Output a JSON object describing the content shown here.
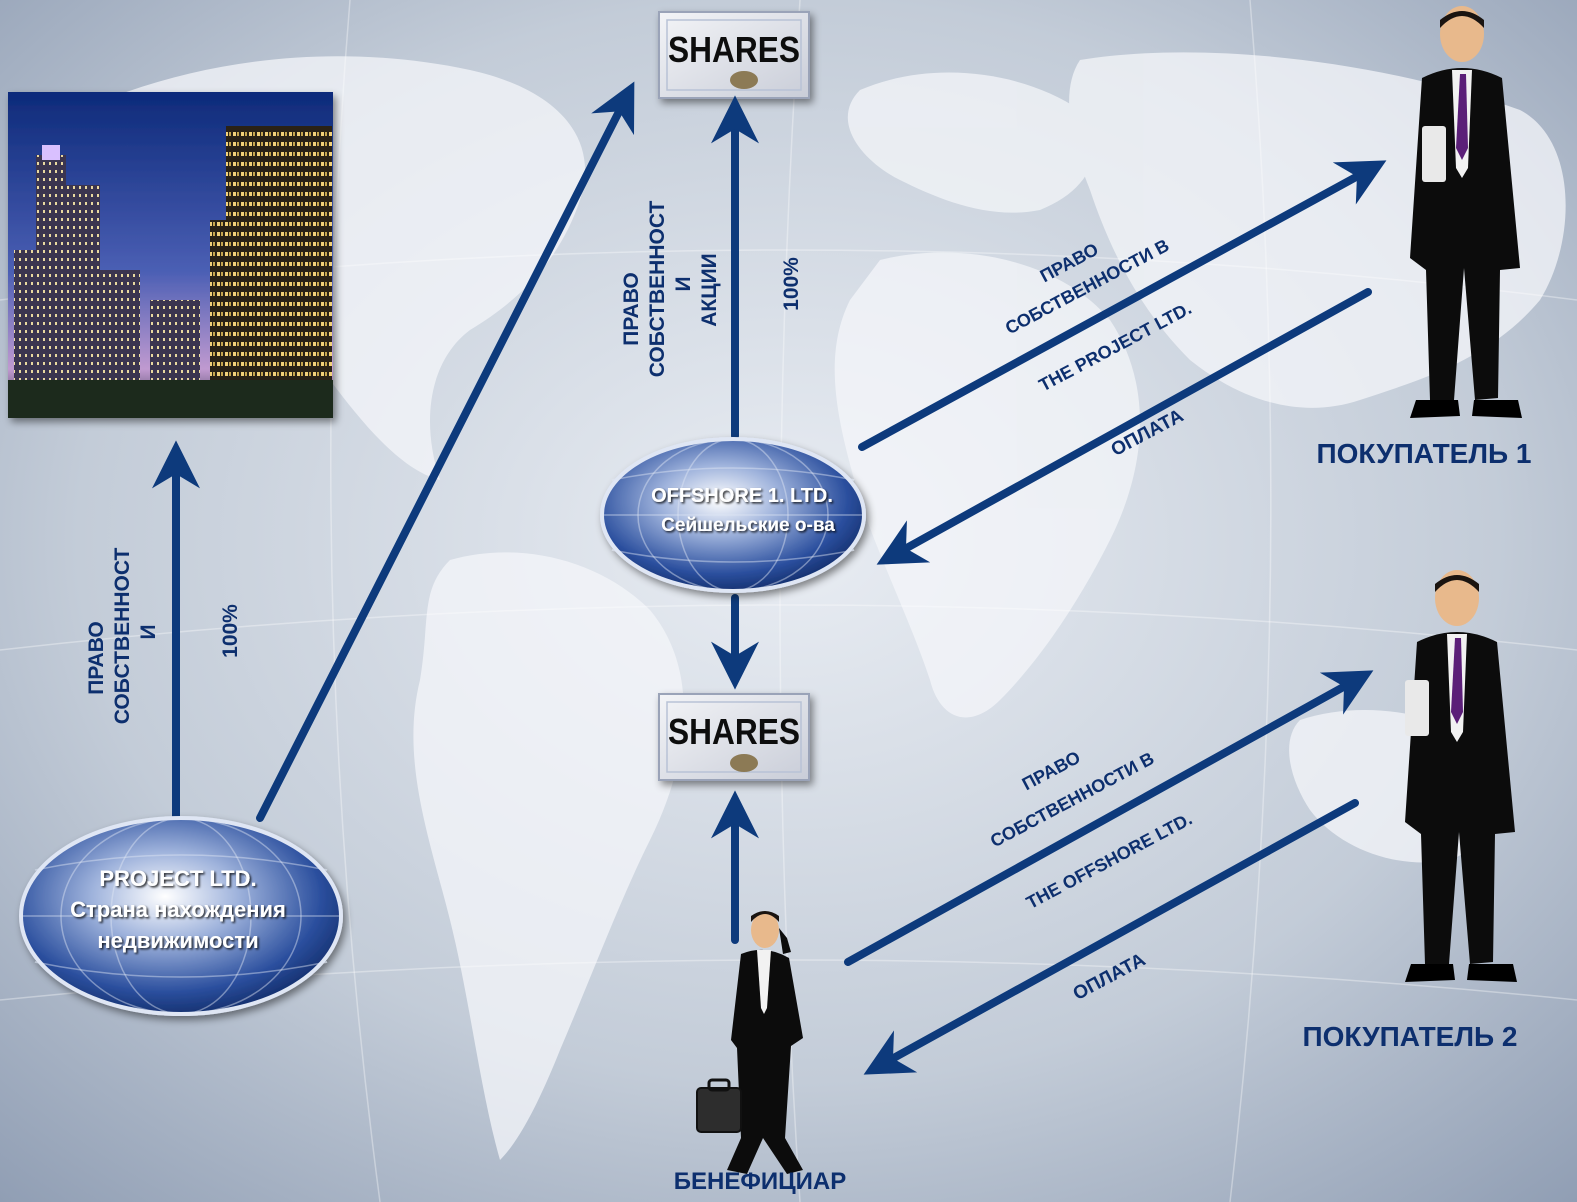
{
  "colors": {
    "background": "#a9b4c4",
    "arrow": "#0d3a7c",
    "label": "#0d2f6e",
    "globe": "#2b4f9e"
  },
  "entities": {
    "project": {
      "line1": "PROJECT LTD.",
      "line2": "Страна нахождения",
      "line3": "недвижимости"
    },
    "offshore": {
      "line1": "OFFSHORE 1. LTD.",
      "line2": "Сейшельские о-ва"
    },
    "shares_top": {
      "label": "SHARES"
    },
    "shares_bottom": {
      "label": "SHARES"
    },
    "buyer1": {
      "label": "ПОКУПАТЕЛЬ 1"
    },
    "buyer2": {
      "label": "ПОКУПАТЕЛЬ 2"
    },
    "beneficiary": {
      "label": "БЕНЕФИЦИАР"
    }
  },
  "edge_labels": {
    "left_vertical": {
      "line1": "ПРАВО",
      "line2": "СОБСТВЕННОСТ",
      "line3": "И",
      "percent": "100%"
    },
    "center_vertical": {
      "line1": "ПРАВО",
      "line2": "СОБСТВЕННОСТ",
      "line3": "И",
      "line4": "АКЦИИ",
      "percent": "100%"
    },
    "buyer1_rights": {
      "line1": "ПРАВО",
      "line2": "СОБСТВЕННОСТИ В",
      "line3": "THE PROJECT LTD."
    },
    "buyer1_payment": {
      "label": "ОПЛАТА"
    },
    "buyer2_rights": {
      "line1": "ПРАВО",
      "line2": "СОБСТВЕННОСТИ В",
      "line3": "THE OFFSHORE LTD."
    },
    "buyer2_payment": {
      "label": "ОПЛАТА"
    }
  },
  "icons": {
    "building": "skyscraper-photo",
    "globe": "globe-icon",
    "certificate": "share-certificate-icon",
    "person": "businessman-icon"
  }
}
